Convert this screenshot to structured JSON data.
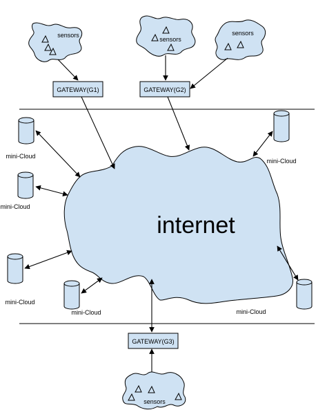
{
  "labels": {
    "internet": "internet",
    "sensors": "sensors",
    "mini_cloud": "mini-Cloud",
    "gateway_g1": "GATEWAY(G1)",
    "gateway_g2": "GATEWAY(G2)",
    "gateway_g3": "GATEWAY(G3)"
  },
  "colors": {
    "fill": "#cfe2f3",
    "stroke": "#000000",
    "background": "#ffffff"
  }
}
